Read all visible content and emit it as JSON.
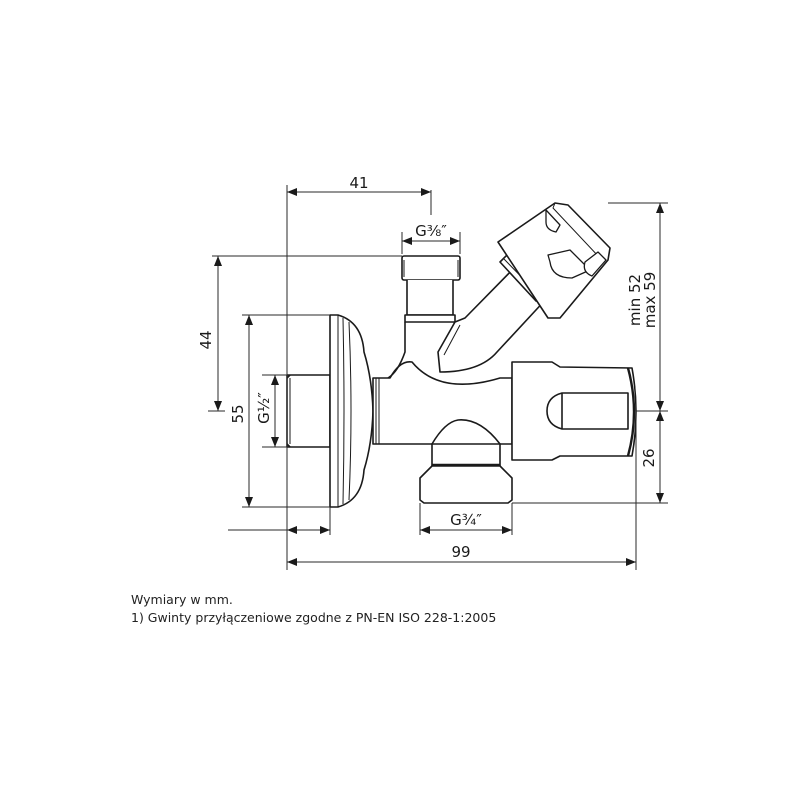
{
  "drawing": {
    "subject": "angle valve with filter and side outlet",
    "colors": {
      "line": "#1a1a1a",
      "dim_line": "#2a2a2a",
      "background": "#ffffff"
    }
  },
  "dimensions": {
    "top_width": "41",
    "top_thread": "G⅜″",
    "left_height_44": "44",
    "left_height_55": "55",
    "left_thread": "G½″",
    "right_height": "min 52",
    "right_height_max": "max 59",
    "right_lower": "26",
    "bottom_thread": "G¾″",
    "overall_width": "99"
  },
  "notes": {
    "line1": "Wymiary w mm.",
    "line2": "1) Gwinty przyłączeniowe zgodne z PN-EN ISO 228-1:2005"
  }
}
